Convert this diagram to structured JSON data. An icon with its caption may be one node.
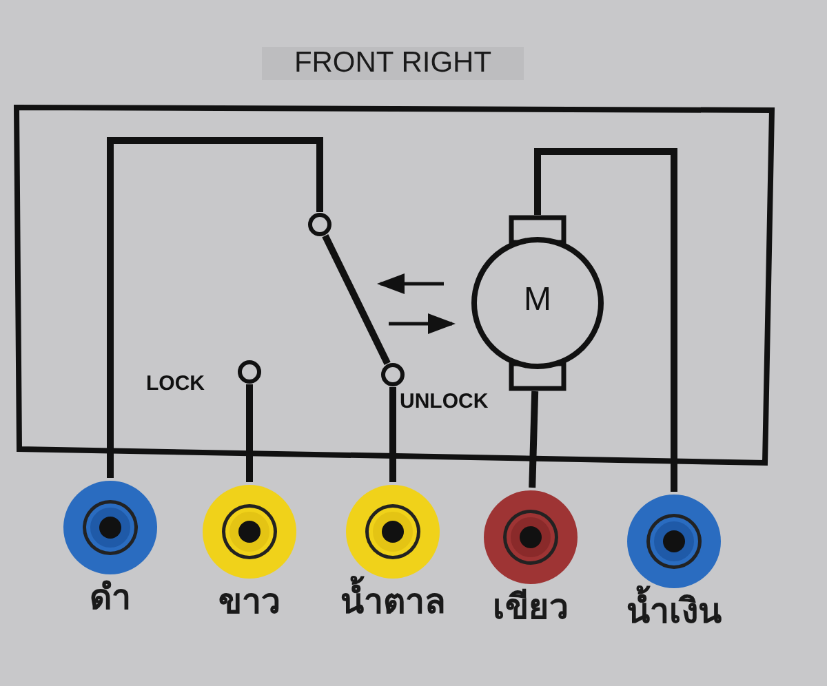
{
  "diagram": {
    "title": "FRONT RIGHT",
    "nodes": [
      {
        "text": [
          "ดำ"
        ]
      },
      {
        "text": [
          "ขาว"
        ]
      },
      {
        "text": [
          "น้ำตาล"
        ]
      },
      {
        "text": [
          "เขียว"
        ]
      },
      {
        "text": [
          "น้ำเงิน"
        ]
      },
      {
        "text": [
          "M"
        ]
      },
      {
        "text": [],
        "shape": "circle"
      },
      {
        "text": [],
        "shape": "circle",
        "beside": [
          "LOCK"
        ]
      },
      {
        "text": [],
        "shape": "circle",
        "beside": [
          "UNLOCK"
        ]
      }
    ],
    "edges": [
      {
        "from": 0,
        "to": 6,
        "arrow": "none"
      },
      {
        "from": 6,
        "to": 8,
        "arrow": "none"
      },
      {
        "from": 7,
        "to": 1,
        "arrow": "none"
      },
      {
        "from": 8,
        "to": 2,
        "arrow": "none"
      },
      {
        "from": 5,
        "to": 3,
        "arrow": "none"
      },
      {
        "from": 5,
        "to": 4,
        "arrow": "none"
      }
    ]
  }
}
